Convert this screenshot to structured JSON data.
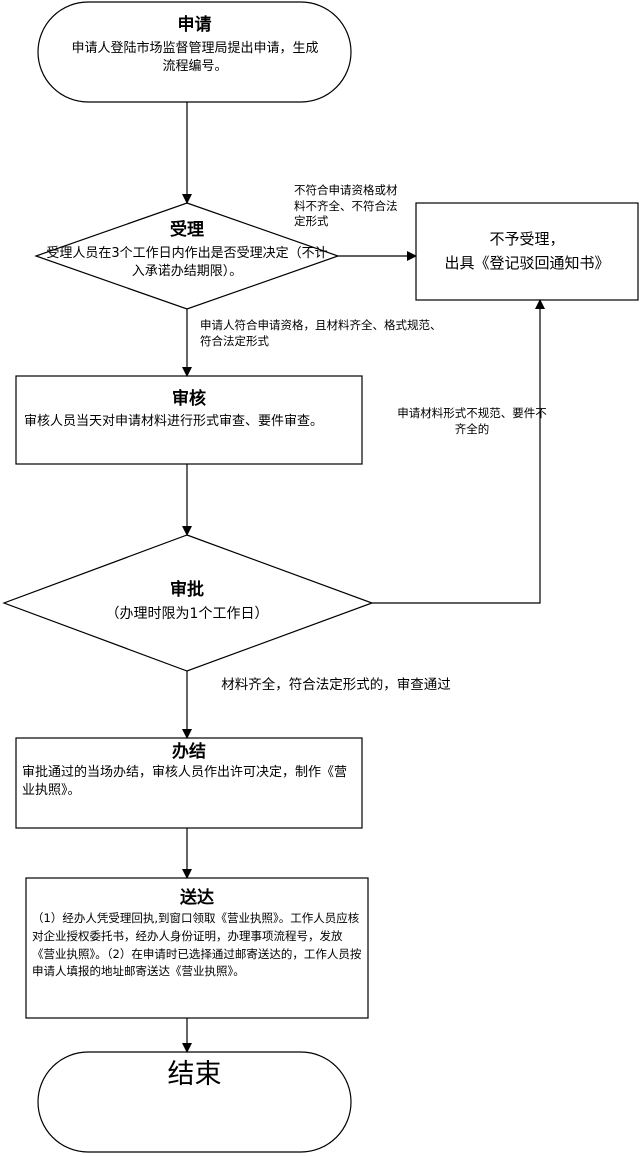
{
  "nodes": {
    "apply": {
      "title": "申请",
      "body": "申请人登陆市场监督管理局提出申请，生成流程编号。"
    },
    "accept": {
      "title": "受理",
      "body": "受理人员在3个工作日内作出是否受理决定（不计入承诺办结期限）。"
    },
    "reject": {
      "line1": "不予受理，",
      "line2": "出具《登记驳回通知书》"
    },
    "review": {
      "title": "审核",
      "body": "审核人员当天对申请材料进行形式审查、要件审查。"
    },
    "approve": {
      "title": "审批",
      "body": "（办理时限为1个工作日）"
    },
    "complete": {
      "title": "办结",
      "body": "审批通过的当场办结，审核人员作出许可决定，制作《营业执照》。"
    },
    "deliver": {
      "title": "送达",
      "body": "（1）经办人凭受理回执,到窗口领取《营业执照》。工作人员应核对企业授权委托书，经办人身份证明，办理事项流程号，发放《营业执照》。（2）在申请时已选择通过邮寄送达的，工作人员按申请人填报的地址邮寄送达《营业执照》。"
    },
    "end": {
      "title": "结束"
    }
  },
  "edges": {
    "not_qualified": "不符合申请资格或材料不齐全、不符合法定形式",
    "qualified": "申请人符合申请资格，且材料齐全、格式规范、符合法定形式",
    "not_standard": "申请材料形式不规范、要件不齐全的",
    "approved": "材料齐全，符合法定形式的，审查通过"
  }
}
